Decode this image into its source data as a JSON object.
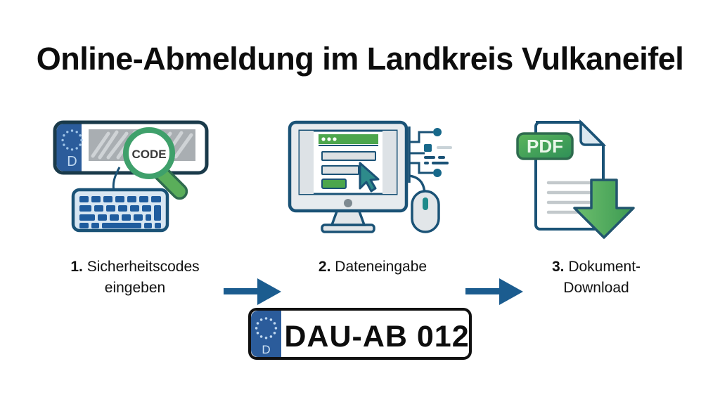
{
  "page": {
    "title": "Online-Abmeldung im Landkreis Vulkaneifel",
    "background_color": "#ffffff"
  },
  "colors": {
    "arrow_blue": "#1B5C8F",
    "outline_blue": "#1A5276",
    "plate_eu_blue": "#2B5C9B",
    "accent_green": "#4CA64C",
    "magnifier_green": "#3FA06B",
    "keyboard_blue": "#1F5C9E",
    "text_dark": "#111111",
    "gray_fill": "#DDE1E3"
  },
  "steps": [
    {
      "number": "1.",
      "text": "Sicherheitscodes",
      "text_line2": "eingeben",
      "art": "license-plate-with-magnifier-and-keyboard",
      "plate": {
        "country_code": "D",
        "code_label": "CODE"
      }
    },
    {
      "number": "2.",
      "text": "Dateneingabe",
      "text_line2": "",
      "art": "monitor-with-form-and-mouse"
    },
    {
      "number": "3.",
      "text": "Dokument-",
      "text_line2": "Download",
      "art": "pdf-document-with-download-arrow",
      "document": {
        "badge_label": "PDF"
      }
    }
  ],
  "arrows": [
    {
      "name": "arrow-step1-to-step2",
      "direction": "right"
    },
    {
      "name": "arrow-step2-to-step3",
      "direction": "right"
    }
  ],
  "bottom_plate": {
    "country_code": "D",
    "registration": "DAU-AB 012"
  }
}
